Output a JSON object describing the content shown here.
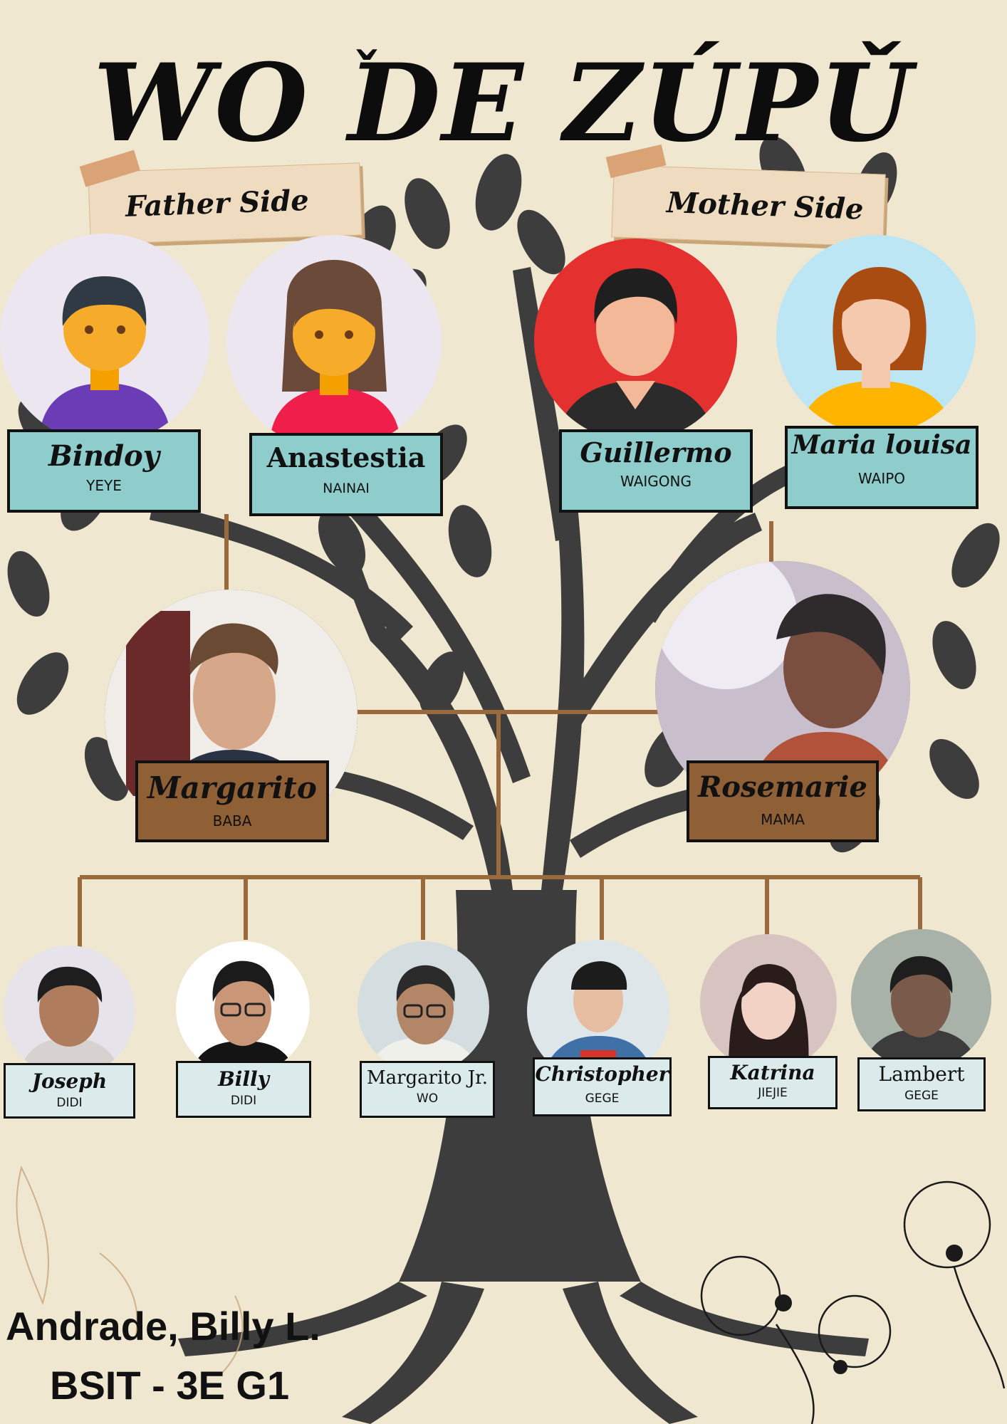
{
  "title": "WO DE ZÚPǓ",
  "title_accent": "ˇ",
  "sides": {
    "father": "Father Side",
    "mother": "Mother Side"
  },
  "grandparents": [
    {
      "name": "Bindoy",
      "role": "YEYE"
    },
    {
      "name": "Anastestia",
      "role": "NAINAI"
    },
    {
      "name": "Guillermo",
      "role": "WAIGONG"
    },
    {
      "name": "Maria louisa",
      "role": "WAIPO"
    }
  ],
  "parents": [
    {
      "name": "Margarito",
      "role": "BABA"
    },
    {
      "name": "Rosemarie",
      "role": "MAMA"
    }
  ],
  "children": [
    {
      "name": "Joseph",
      "role": "DIDI"
    },
    {
      "name": "Billy",
      "role": "DIDI"
    },
    {
      "name": "Margarito Jr.",
      "role": "WO"
    },
    {
      "name": "Christopher",
      "role": "GEGE"
    },
    {
      "name": "Katrina",
      "role": "JIEJIE"
    },
    {
      "name": "Lambert",
      "role": "GEGE"
    }
  ],
  "footer": {
    "author": "Andrade, Billy L.",
    "section": "BSIT - 3E G1"
  },
  "colors": {
    "background": "#efe7cf",
    "tree": "#3d3d3d",
    "connector": "#9a6a3d",
    "grandparent_box": "#8ecdcb",
    "parent_box": "#8f5f36",
    "child_box": "#dbeaea"
  }
}
